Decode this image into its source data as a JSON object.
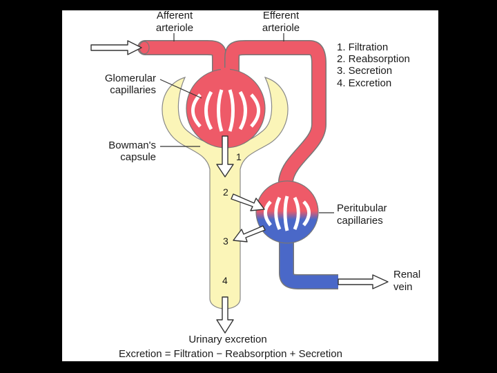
{
  "labels": {
    "afferent_1": "Afferent",
    "afferent_2": "arteriole",
    "efferent_1": "Efferent",
    "efferent_2": "arteriole",
    "glomerular_1": "Glomerular",
    "glomerular_2": "capillaries",
    "bowman_1": "Bowman's",
    "bowman_2": "capsule",
    "peritubular_1": "Peritubular",
    "peritubular_2": "capillaries",
    "renal_1": "Renal",
    "renal_2": "vein",
    "urinary": "Urinary excretion",
    "equation": "Excretion = Filtration − Reabsorption + Secretion"
  },
  "legend": [
    "1. Filtration",
    "2. Reabsorption",
    "3. Secretion",
    "4. Excretion"
  ],
  "step_numbers": [
    "1",
    "2",
    "3",
    "4"
  ],
  "colors": {
    "artery_red": "#ee5a68",
    "vein_blue": "#4a68c8",
    "tubule_yellow": "#fbf5b8",
    "outline": "#777777"
  }
}
